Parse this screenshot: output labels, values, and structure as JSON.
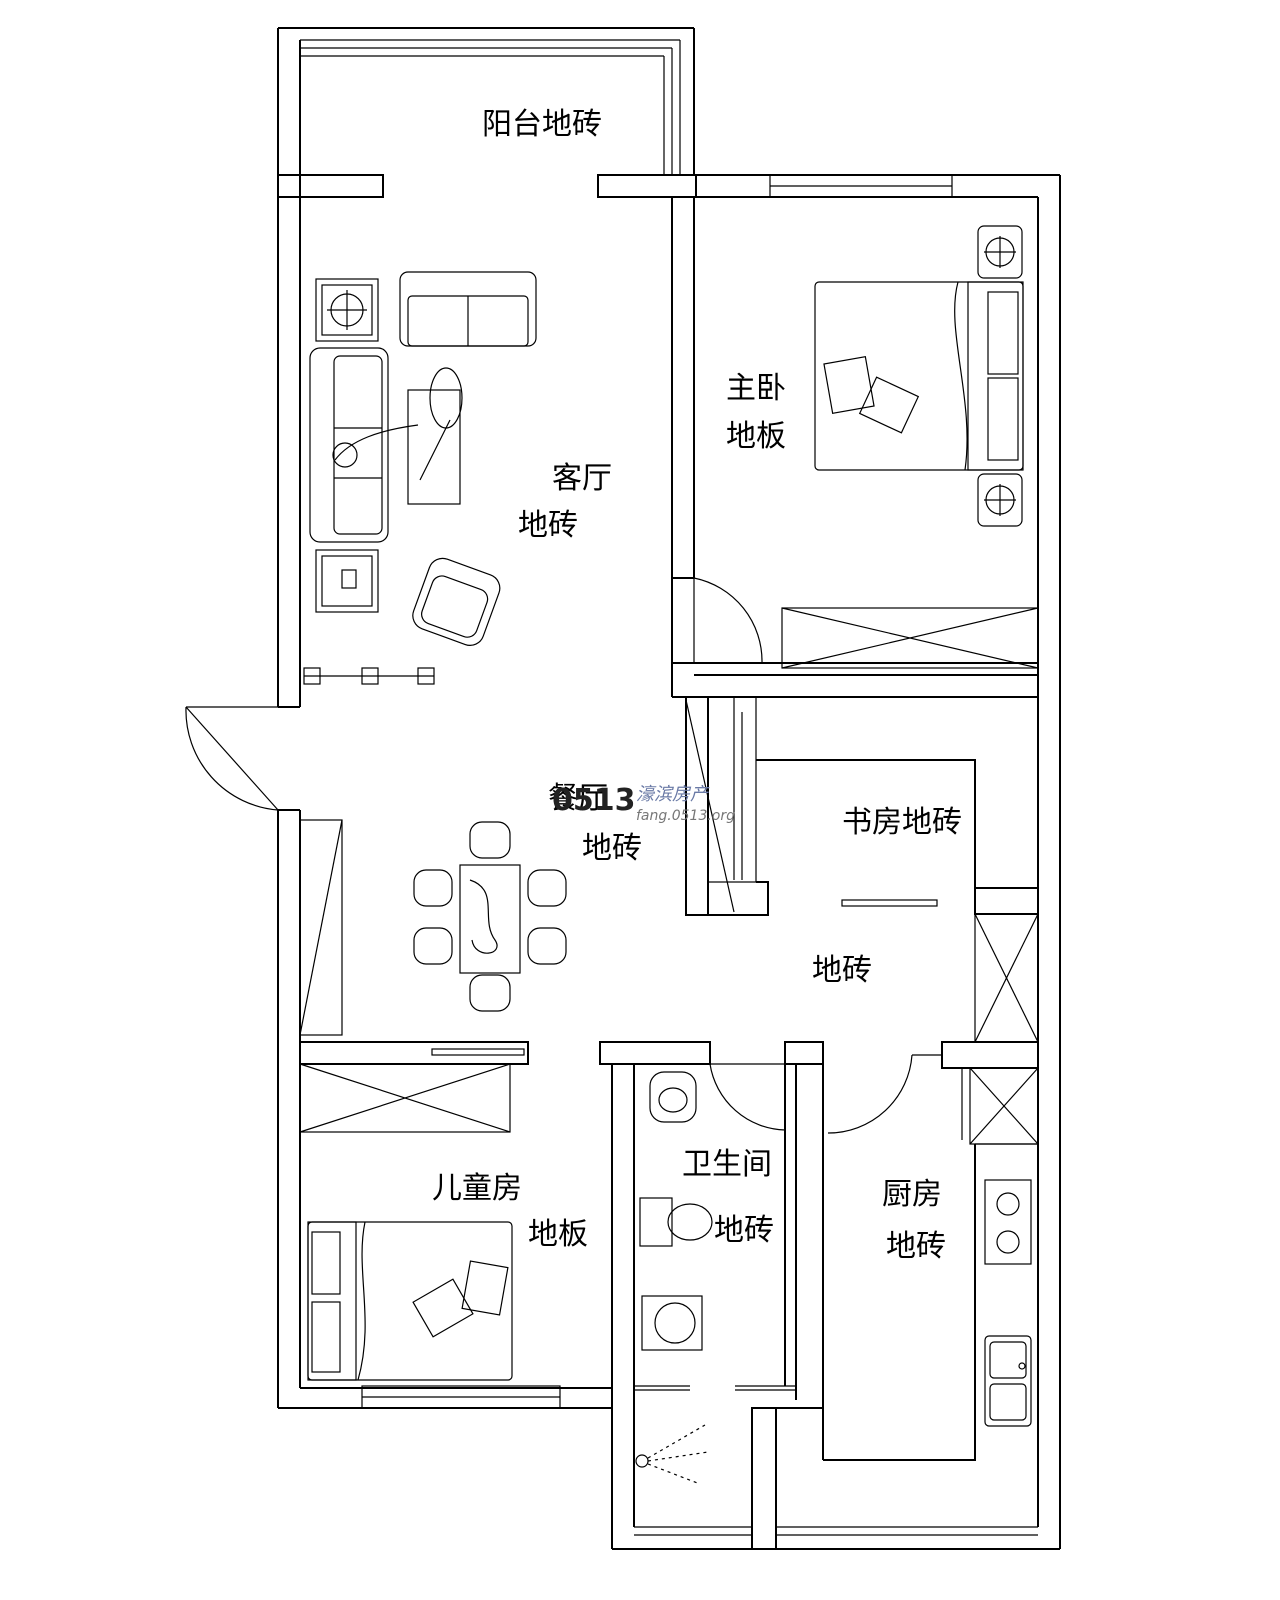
{
  "rooms": {
    "balcony": {
      "lines": [
        "阳台地砖"
      ]
    },
    "living": {
      "lines": [
        "客厅",
        "地砖"
      ]
    },
    "master_bedroom": {
      "lines": [
        "主卧",
        "地板"
      ]
    },
    "dining": {
      "lines": [
        "餐厅",
        "地砖"
      ]
    },
    "study": {
      "lines": [
        "书房地砖"
      ]
    },
    "hallway": {
      "lines": [
        "地砖"
      ]
    },
    "kids_room": {
      "lines": [
        "儿童房",
        "地板"
      ]
    },
    "bathroom": {
      "lines": [
        "卫生间",
        "地砖"
      ]
    },
    "kitchen": {
      "lines": [
        "厨房",
        "地砖"
      ]
    }
  },
  "watermark": {
    "number": "0513",
    "name": "濠滨房产",
    "url": "fang.0513.org"
  }
}
